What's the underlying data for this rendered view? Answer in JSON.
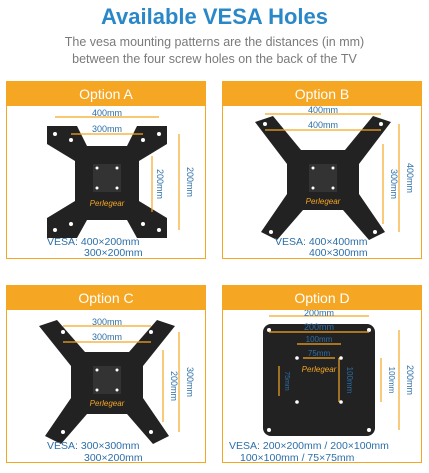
{
  "header": {
    "title": "Available VESA Holes",
    "subtitle_line1": "The vesa mounting patterns are the distances (in mm)",
    "subtitle_line2": "between the four screw holes on the back of the TV"
  },
  "brand": "Perlegear",
  "colors": {
    "accent": "#f5a623",
    "title": "#2b88c8",
    "plate": "#222222",
    "text": "#2c6fa8"
  },
  "options": [
    {
      "label": "Option A",
      "vesa_line1": "VESA: 400×200mm",
      "vesa_line2": "300×200mm",
      "dims": {
        "w_outer": "400mm",
        "w_inner": "300mm",
        "h_outer": "200mm",
        "h_inner": "200mm"
      }
    },
    {
      "label": "Option B",
      "vesa_line1": "VESA: 400×400mm",
      "vesa_line2": "400×300mm",
      "dims": {
        "w_outer": "400mm",
        "w_inner": "400mm",
        "h_outer": "400mm",
        "h_inner": "300mm"
      }
    },
    {
      "label": "Option C",
      "vesa_line1": "VESA: 300×300mm",
      "vesa_line2": "300×200mm",
      "dims": {
        "w_outer": "300mm",
        "w_inner": "300mm",
        "h_outer": "300mm",
        "h_inner": "200mm"
      }
    },
    {
      "label": "Option D",
      "vesa_line1": "VESA: 200×200mm / 200×100mm",
      "vesa_line2": "100×100mm / 75×75mm",
      "dims": {
        "w_outer": "200mm",
        "w_inner": "200mm",
        "w_small": "100mm",
        "w_tiny": "75mm",
        "h_outer": "200mm",
        "h_inner": "100mm",
        "h_small": "100mm",
        "h_tiny": "75mm"
      }
    }
  ]
}
